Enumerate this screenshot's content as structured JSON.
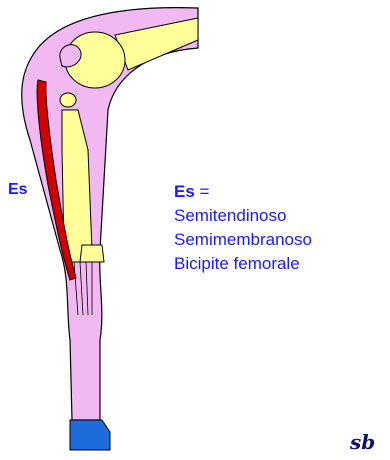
{
  "muscle_label": "Es",
  "legend": {
    "term": "Es",
    "equals": "=",
    "items": [
      "Semitendinoso",
      "Semimembranoso",
      "Bicipite femorale"
    ]
  },
  "signature": "sb",
  "colors": {
    "skin": "#f2b8f2",
    "bone": "#ffff99",
    "muscle": "#d40000",
    "shoe": "#1e6bdc",
    "text": "#1a1aff"
  }
}
